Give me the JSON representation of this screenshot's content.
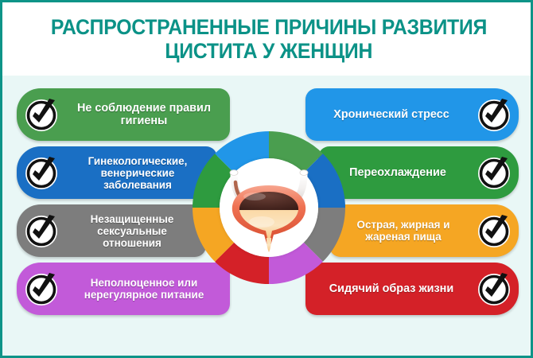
{
  "background_color": "#e9f7f6",
  "frame_color": "#0e9488",
  "title": {
    "color": "#0b9287",
    "line1": "РАСПРОСТРАНЕННЫЕ ПРИЧИНЫ РАЗВИТИЯ",
    "line2": "ЦИСТИТА У ЖЕНЩИН"
  },
  "center": {
    "illustration": "bladder-anatomy-illustration",
    "disc_color": "#ffffff"
  },
  "causes_left": [
    {
      "label": "Не соблюдение правил гигиены",
      "color": "#4a9e4f",
      "icon": "checkmark-badge-icon",
      "size": "md"
    },
    {
      "label": "Гинекологические, венерические заболевания",
      "color": "#1a6fc4",
      "icon": "checkmark-badge-icon",
      "size": "sm"
    },
    {
      "label": "Незащищенные сексуальные отношения",
      "color": "#7d7d7d",
      "icon": "checkmark-badge-icon",
      "size": "sm"
    },
    {
      "label": "Неполноценное или нерегулярное питание",
      "color": "#c25ad9",
      "icon": "checkmark-badge-icon",
      "size": "sm"
    }
  ],
  "causes_right": [
    {
      "label": "Хронический стресс",
      "color": "#2196e8",
      "icon": "checkmark-badge-icon",
      "size": "md"
    },
    {
      "label": "Переохлаждение",
      "color": "#2e9b3f",
      "icon": "checkmark-badge-icon",
      "size": "md"
    },
    {
      "label": "Острая, жирная и жареная пища",
      "color": "#f5a623",
      "icon": "checkmark-badge-icon",
      "size": "sm"
    },
    {
      "label": "Сидячий образ жизни",
      "color": "#d42128",
      "icon": "checkmark-badge-icon",
      "size": "md"
    }
  ],
  "ring_segments": [
    {
      "name": "segment-hygiene",
      "color": "#4a9e4f"
    },
    {
      "name": "segment-gyn",
      "color": "#1a6fc4"
    },
    {
      "name": "segment-unprotected",
      "color": "#7d7d7d"
    },
    {
      "name": "segment-nutrition",
      "color": "#c25ad9"
    },
    {
      "name": "segment-sedentary",
      "color": "#d42128"
    },
    {
      "name": "segment-food",
      "color": "#f5a623"
    },
    {
      "name": "segment-cold",
      "color": "#2e9b3f"
    },
    {
      "name": "segment-stress",
      "color": "#2196e8"
    }
  ]
}
